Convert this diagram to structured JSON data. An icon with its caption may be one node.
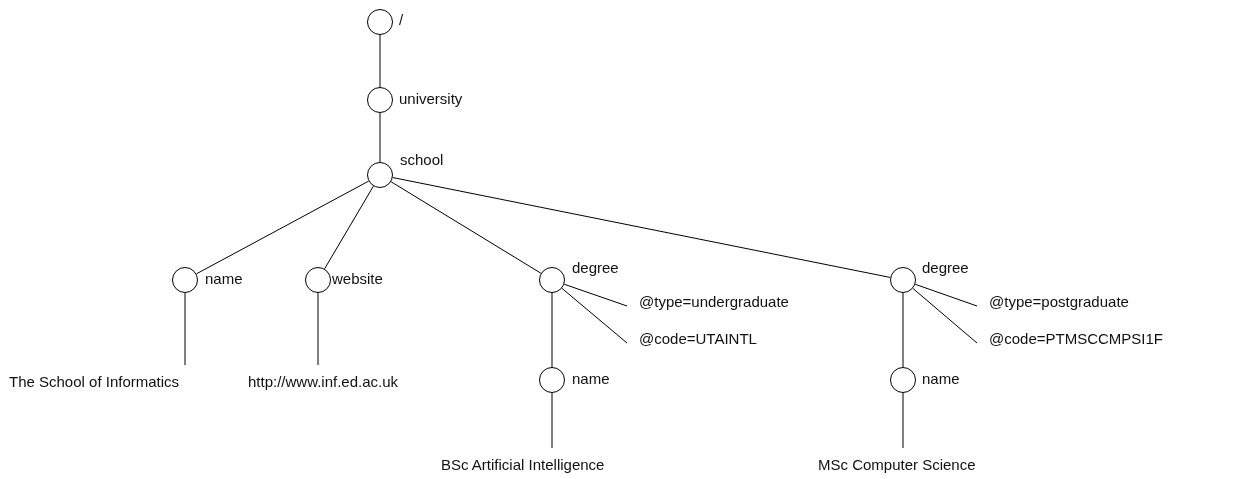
{
  "diagram": {
    "nodes": [
      {
        "text": [],
        "shape": "circle",
        "beside": [
          "/"
        ]
      },
      {
        "text": [],
        "shape": "circle",
        "beside": [
          "university"
        ]
      },
      {
        "text": [],
        "shape": "circle",
        "beside": [
          "school"
        ]
      },
      {
        "text": [],
        "shape": "circle",
        "beside": [
          "name"
        ]
      },
      {
        "text": [],
        "shape": "circle",
        "beside": [
          "website"
        ]
      },
      {
        "text": [],
        "shape": "circle",
        "beside": [
          "degree"
        ]
      },
      {
        "text": [],
        "shape": "circle",
        "beside": [
          "degree"
        ]
      },
      {
        "text": [
          "The School of Informatics"
        ]
      },
      {
        "text": [
          "http://www.inf.ed.ac.uk"
        ]
      },
      {
        "text": [
          "@type=undergraduate"
        ]
      },
      {
        "text": [
          "@code=UTAINTL"
        ]
      },
      {
        "text": [],
        "shape": "circle",
        "beside": [
          "name"
        ]
      },
      {
        "text": [
          "BSc Artificial Intelligence"
        ]
      },
      {
        "text": [
          "@type=postgraduate"
        ]
      },
      {
        "text": [
          "@code=PTMSCCMPSI1F"
        ]
      },
      {
        "text": [],
        "shape": "circle",
        "beside": [
          "name"
        ]
      },
      {
        "text": [
          "MSc Computer Science"
        ]
      }
    ],
    "edges": [
      {
        "from": 0,
        "to": 1,
        "arrow": "none"
      },
      {
        "from": 1,
        "to": 2,
        "arrow": "none"
      },
      {
        "from": 2,
        "to": 3,
        "arrow": "none"
      },
      {
        "from": 2,
        "to": 4,
        "arrow": "none"
      },
      {
        "from": 2,
        "to": 5,
        "arrow": "none"
      },
      {
        "from": 2,
        "to": 6,
        "arrow": "none"
      },
      {
        "from": 3,
        "to": 7,
        "arrow": "none"
      },
      {
        "from": 4,
        "to": 8,
        "arrow": "none"
      },
      {
        "from": 5,
        "to": 9,
        "arrow": "none"
      },
      {
        "from": 5,
        "to": 10,
        "arrow": "none"
      },
      {
        "from": 5,
        "to": 11,
        "arrow": "none"
      },
      {
        "from": 11,
        "to": 12,
        "arrow": "none"
      },
      {
        "from": 6,
        "to": 13,
        "arrow": "none"
      },
      {
        "from": 6,
        "to": 14,
        "arrow": "none"
      },
      {
        "from": 6,
        "to": 15,
        "arrow": "none"
      },
      {
        "from": 15,
        "to": 16,
        "arrow": "none"
      }
    ]
  }
}
